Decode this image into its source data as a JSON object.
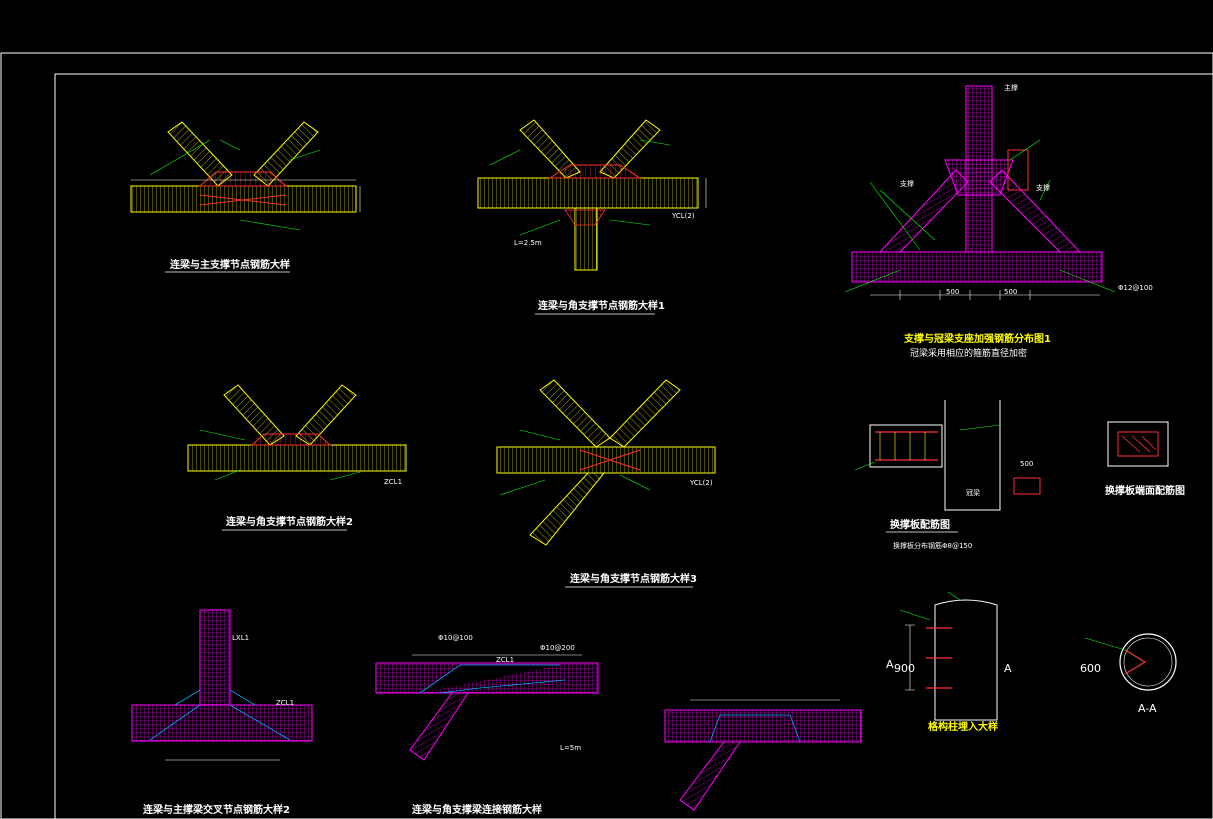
{
  "colors": {
    "background": "#000000",
    "frame": "#ffffff",
    "beam": "#ffff00",
    "rebar_red": "#ff3030",
    "rebar_magenta": "#ff00ff",
    "leader": "#00ff00",
    "dimension": "#ffffff",
    "title_yellow": "#ffff00"
  },
  "titles": {
    "d1": "连梁与主支撑节点钢筋大样",
    "d2": "连梁与角支撑节点钢筋大样1",
    "d3": "支撑与冠梁支座加强钢筋分布图1",
    "d3_sub": "冠梁采用相应的箍筋直径加密",
    "d4": "连梁与角支撑节点钢筋大样2",
    "d5": "连梁与角支撑节点钢筋大样3",
    "d6": "换撑板配筋图",
    "d6_sub": "换撑板分布钢筋Φ8@150",
    "d7": "换撑板端面配筋图",
    "d8": "格构柱埋入大样",
    "d9": "连梁与主撑梁交叉节点钢筋大样2",
    "d10": "连梁与角支撑梁连接钢筋大样"
  },
  "labels": {
    "zcl1": "ZCL1",
    "ycl2": "YCL(2)",
    "lxl1": "LXL1",
    "section_a": "A",
    "section_aa": "A-A",
    "dim_900": "900",
    "dim_600": "600",
    "dim_500": "500",
    "rebar_a": "Φ12@100",
    "rebar_b": "Φ10@100",
    "rebar_c": "Φ10@200",
    "len_a": "L=2.5m",
    "len_b": "L=5m",
    "kw_a": "主撑",
    "kw_b": "支撑",
    "kw_c": "冠梁",
    "kw_d": "格构柱"
  }
}
